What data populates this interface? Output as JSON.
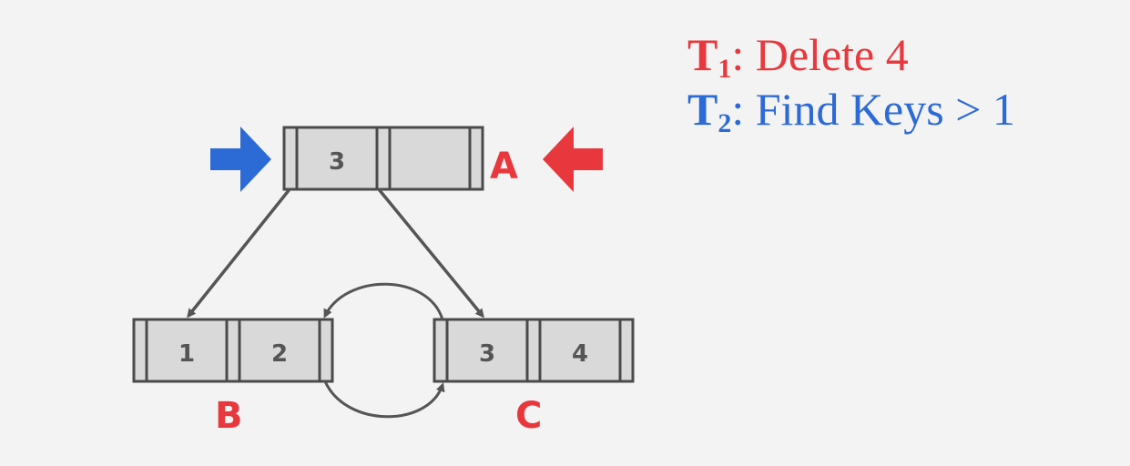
{
  "nodes": {
    "A": {
      "label": "A",
      "keys": [
        "3",
        ""
      ]
    },
    "B": {
      "label": "B",
      "keys": [
        "1",
        "2"
      ]
    },
    "C": {
      "label": "C",
      "keys": [
        "3",
        "4"
      ]
    }
  },
  "transactions": [
    {
      "prefix": "T",
      "sub": "1",
      "text": ": Delete 4",
      "color": "#e8383d"
    },
    {
      "prefix": "T",
      "sub": "2",
      "text": ": Find Keys > 1",
      "color": "#2c6ad6"
    }
  ],
  "colors": {
    "t1": "#e8383d",
    "t2": "#2c6ad6",
    "node_fill": "#d9d9d9",
    "node_stroke": "#4a4a4a",
    "edge": "#555555",
    "node_label": "#e8383d"
  },
  "icons": {
    "t2_arrow": "arrow-right-icon",
    "t1_arrow": "arrow-left-icon"
  }
}
